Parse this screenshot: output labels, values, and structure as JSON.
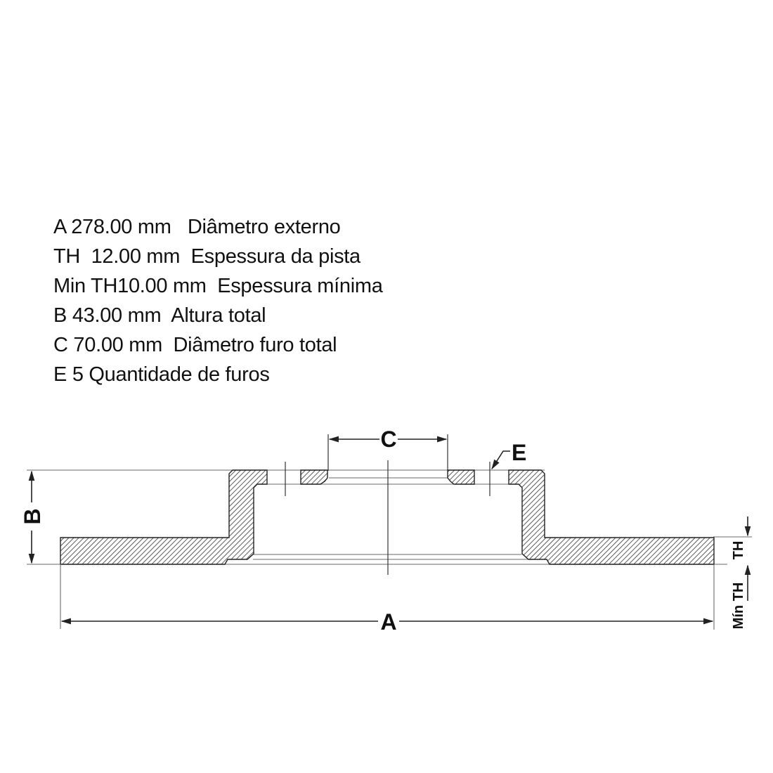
{
  "specs": [
    {
      "code": "A",
      "value": "278.00 mm",
      "description": "Diâmetro externo",
      "sep1": " ",
      "sep2": "   "
    },
    {
      "code": "TH",
      "value": "12.00 mm",
      "description": "Espessura da pista",
      "sep1": "  ",
      "sep2": "  "
    },
    {
      "code": "Min TH",
      "value": "10.00 mm",
      "description": "Espessura mínima",
      "sep1": "",
      "sep2": "  "
    },
    {
      "code": "B",
      "value": "43.00 mm",
      "description": "Altura total",
      "sep1": " ",
      "sep2": "  "
    },
    {
      "code": "C",
      "value": "70.00 mm",
      "description": "Diâmetro furo total",
      "sep1": " ",
      "sep2": "  "
    },
    {
      "code": "E",
      "value": "5",
      "description": "Quantidade de furos",
      "sep1": " ",
      "sep2": " "
    }
  ],
  "drawing": {
    "labels": {
      "A": "A",
      "B": "B",
      "C": "C",
      "E": "E",
      "TH": "TH",
      "min_th": "Mín TH"
    },
    "colors": {
      "line": "#222222",
      "hatch": "#333333",
      "thin_line": "#777777"
    }
  }
}
